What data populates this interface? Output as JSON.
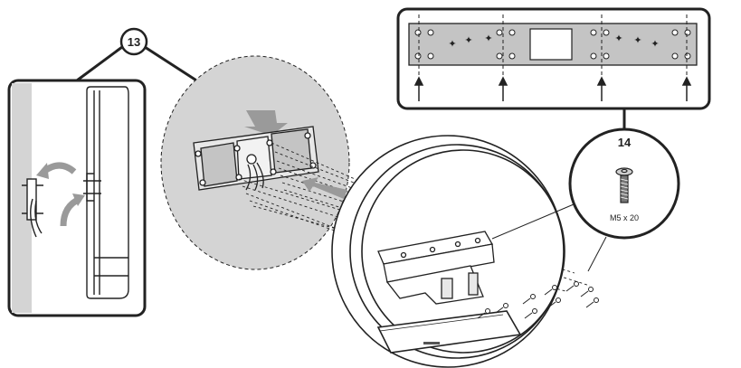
{
  "callouts": {
    "step_13": "13",
    "step_14": "14"
  },
  "screw": {
    "spec": "M5 x 20"
  },
  "colors": {
    "line": "#222222",
    "wall_gray": "#d4d4d4",
    "plate_gray": "#c4c4c4",
    "hand_gray": "#9a9a9a",
    "white": "#ffffff"
  }
}
